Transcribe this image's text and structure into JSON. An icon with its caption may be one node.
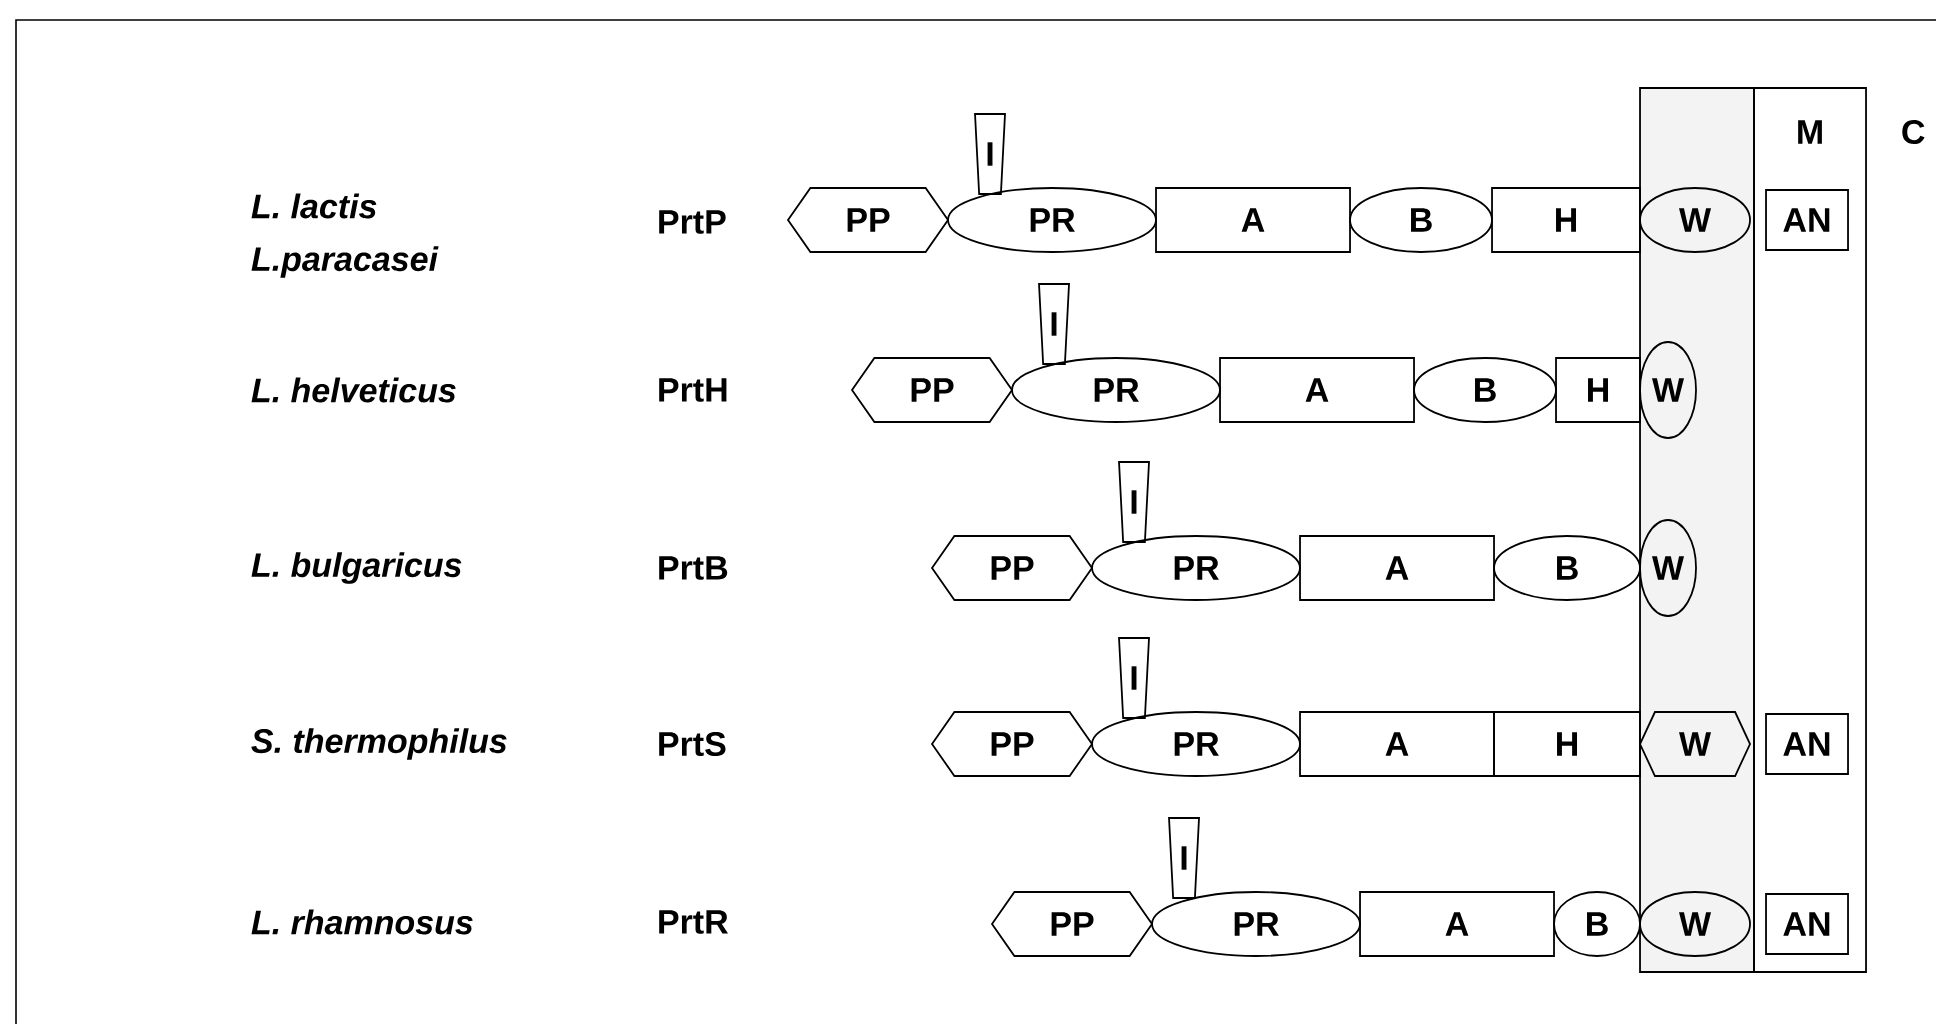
{
  "diagram": {
    "nodes": [
      {
        "text": [],
        "shape": "band"
      },
      {
        "text": [
          "M"
        ]
      },
      {
        "text": [
          "PP"
        ]
      },
      {
        "text": [
          "I"
        ]
      },
      {
        "text": [
          "PR"
        ]
      },
      {
        "text": [
          "A"
        ]
      },
      {
        "text": [
          "B"
        ]
      },
      {
        "text": [
          "H"
        ]
      },
      {
        "text": [
          "W"
        ],
        "in": 0
      },
      {
        "text": [
          "AN"
        ],
        "in": 1
      },
      {
        "text": [
          "PP"
        ]
      },
      {
        "text": [
          "I"
        ]
      },
      {
        "text": [
          "PR"
        ]
      },
      {
        "text": [
          "A"
        ]
      },
      {
        "text": [
          "B"
        ]
      },
      {
        "text": [
          "H"
        ]
      },
      {
        "text": [
          "W"
        ],
        "in": 0
      },
      {
        "text": [
          "PP"
        ]
      },
      {
        "text": [
          "I"
        ]
      },
      {
        "text": [
          "PR"
        ]
      },
      {
        "text": [
          "A"
        ]
      },
      {
        "text": [
          "B"
        ]
      },
      {
        "text": [
          "W"
        ],
        "in": 0
      },
      {
        "text": [
          "PP"
        ]
      },
      {
        "text": [
          "I"
        ]
      },
      {
        "text": [
          "PR"
        ]
      },
      {
        "text": [
          "A"
        ]
      },
      {
        "text": [
          "H"
        ]
      },
      {
        "text": [
          "W"
        ],
        "in": 0
      },
      {
        "text": [
          "AN"
        ],
        "in": 1
      },
      {
        "text": [
          "PP"
        ]
      },
      {
        "text": [
          "I"
        ]
      },
      {
        "text": [
          "PR"
        ]
      },
      {
        "text": [
          "A"
        ]
      },
      {
        "text": [
          "B"
        ]
      },
      {
        "text": [
          "W"
        ],
        "in": 0
      },
      {
        "text": [
          "AN"
        ],
        "in": 1
      }
    ],
    "labels": [
      "C",
      "L. lactis",
      "PrtP",
      "L.paracasei",
      "L. helveticus",
      "PrtH",
      "L. bulgaricus",
      "PrtB",
      "S. thermophilus",
      "PrtS",
      "L. rhamnosus",
      "PrtR"
    ]
  }
}
